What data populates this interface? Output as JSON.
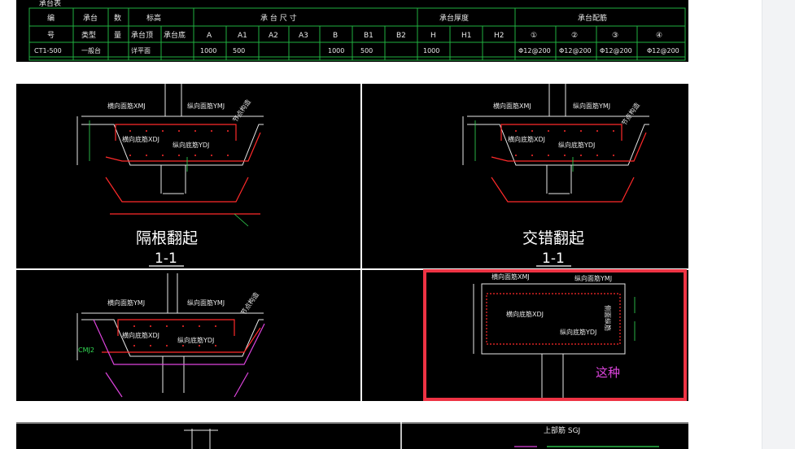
{
  "table": {
    "title": "承台表",
    "headers_row1": [
      "编",
      "承台",
      "数",
      "标高",
      "承 台 尺 寸",
      "承台厚度",
      "承台配筋"
    ],
    "headers_row2": [
      "号",
      "类型",
      "量",
      "承台顶",
      "承台底",
      "A",
      "A1",
      "A2",
      "A3",
      "B",
      "B1",
      "B2",
      "H",
      "H1",
      "H2",
      "①",
      "②",
      "③",
      "④"
    ],
    "row": [
      "CT1-500",
      "一般台",
      "",
      "详平面",
      "",
      "1000",
      "500",
      "",
      "",
      "1000",
      "500",
      "",
      "1000",
      "",
      "",
      "Φ12@200",
      "Φ12@200",
      "Φ12@200",
      "Φ12@200"
    ]
  },
  "panels": {
    "top_left": {
      "labels": [
        "横向面筋XMJ",
        "纵向面筋YMJ",
        "横向底筋XDJ",
        "纵向底筋YDJ",
        "节点构造"
      ],
      "caption": "隔根翻起",
      "section": "1-1"
    },
    "top_right": {
      "labels": [
        "横向面筋XMJ",
        "纵向面筋YMJ",
        "横向底筋XDJ",
        "纵向底筋YDJ",
        "节点构造"
      ],
      "caption": "交错翻起",
      "section": "1-1"
    },
    "bottom_left": {
      "labels": [
        "横向面筋YMJ",
        "纵向面筋YMJ",
        "横向底筋XDJ",
        "纵向底筋YDJ",
        "节点构造",
        "CMJ2"
      ]
    },
    "bottom_right": {
      "labels": [
        "横向面筋XMJ",
        "纵向面筋YMJ",
        "横向底筋XDJ",
        "纵向底筋YDJ",
        "侧面纵筋"
      ],
      "annotation": "这种"
    },
    "bottom_strip": {
      "label": "上部筋 SGJ"
    }
  },
  "colors": {
    "cad_bg": "#000000",
    "line_white": "#e8e8e8",
    "rebar_red": "#ff2a2a",
    "dim_green": "#33dd55",
    "highlight": "#ee3344",
    "annotation": "#dd44dd",
    "table_line": "#20b040"
  }
}
